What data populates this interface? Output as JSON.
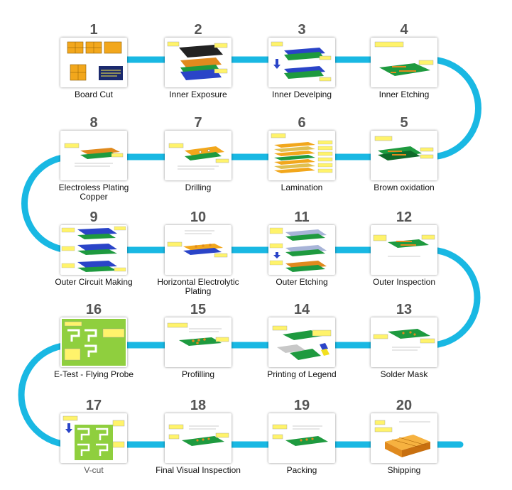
{
  "colors": {
    "track": "#19b8e3",
    "number": "#555555",
    "board_orange": "#f2a71c",
    "board_green": "#1e9a3f",
    "copper": "#e08a1e",
    "callout_yellow": "#fff36b"
  },
  "steps": [
    {
      "id": 1,
      "number": "1",
      "label": "Board Cut",
      "icon": "board-cut-icon"
    },
    {
      "id": 2,
      "number": "2",
      "label": "Inner Exposure",
      "icon": "inner-exposure-icon"
    },
    {
      "id": 3,
      "number": "3",
      "label": "Inner Develping",
      "icon": "inner-developing-icon"
    },
    {
      "id": 4,
      "number": "4",
      "label": "Inner Etching",
      "icon": "inner-etching-icon"
    },
    {
      "id": 5,
      "number": "5",
      "label": "Brown oxidation",
      "icon": "brown-oxidation-icon"
    },
    {
      "id": 6,
      "number": "6",
      "label": "Lamination",
      "icon": "lamination-icon"
    },
    {
      "id": 7,
      "number": "7",
      "label": "Drilling",
      "icon": "drilling-icon"
    },
    {
      "id": 8,
      "number": "8",
      "label": "Electroless Plating Copper",
      "icon": "electroless-plating-icon"
    },
    {
      "id": 9,
      "number": "9",
      "label": "Outer Circuit Making",
      "icon": "outer-circuit-icon"
    },
    {
      "id": 10,
      "number": "10",
      "label": "Horizontal Electrolytic Plating",
      "icon": "electrolytic-plating-icon"
    },
    {
      "id": 11,
      "number": "11",
      "label": "Outer Etching",
      "icon": "outer-etching-icon"
    },
    {
      "id": 12,
      "number": "12",
      "label": "Outer Inspection",
      "icon": "outer-inspection-icon"
    },
    {
      "id": 13,
      "number": "13",
      "label": "Solder Mask",
      "icon": "solder-mask-icon"
    },
    {
      "id": 14,
      "number": "14",
      "label": "Printing of Legend",
      "icon": "legend-printing-icon"
    },
    {
      "id": 15,
      "number": "15",
      "label": "Profilling",
      "icon": "profiling-icon"
    },
    {
      "id": 16,
      "number": "16",
      "label": "E-Test - Flying Probe",
      "icon": "flying-probe-icon"
    },
    {
      "id": 17,
      "number": "17",
      "label": "V-cut",
      "icon": "v-cut-icon"
    },
    {
      "id": 18,
      "number": "18",
      "label": "Final Visual Inspection",
      "icon": "final-inspection-icon"
    },
    {
      "id": 19,
      "number": "19",
      "label": "Packing",
      "icon": "packing-icon"
    },
    {
      "id": 20,
      "number": "20",
      "label": "Shipping",
      "icon": "shipping-icon"
    }
  ]
}
